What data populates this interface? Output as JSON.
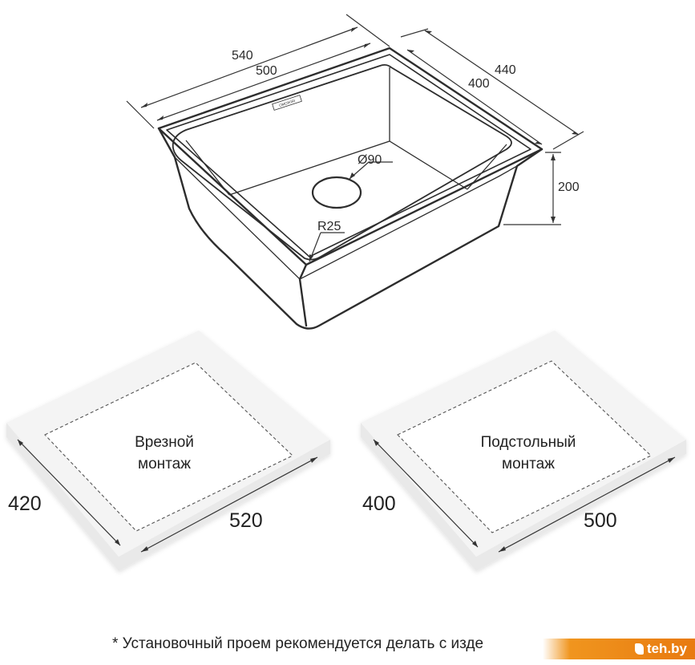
{
  "sink": {
    "dims": {
      "outer_width": "540",
      "inner_width": "500",
      "outer_depth": "440",
      "inner_depth": "400",
      "height": "200",
      "drain": "Ø90",
      "radius": "R25"
    },
    "brand_label": "OMOIKIRI"
  },
  "cutouts": [
    {
      "title_line1": "Врезной",
      "title_line2": "монтаж",
      "depth": "420",
      "width": "520"
    },
    {
      "title_line1": "Подстольный",
      "title_line2": "монтаж",
      "depth": "400",
      "width": "500"
    }
  ],
  "footnote": "* Установочный проем рекомендуется делать с изде",
  "watermark": "teh.by",
  "colors": {
    "line": "#2d2d2d",
    "slab": "#f2f2f2",
    "logo": "#f0951e"
  }
}
